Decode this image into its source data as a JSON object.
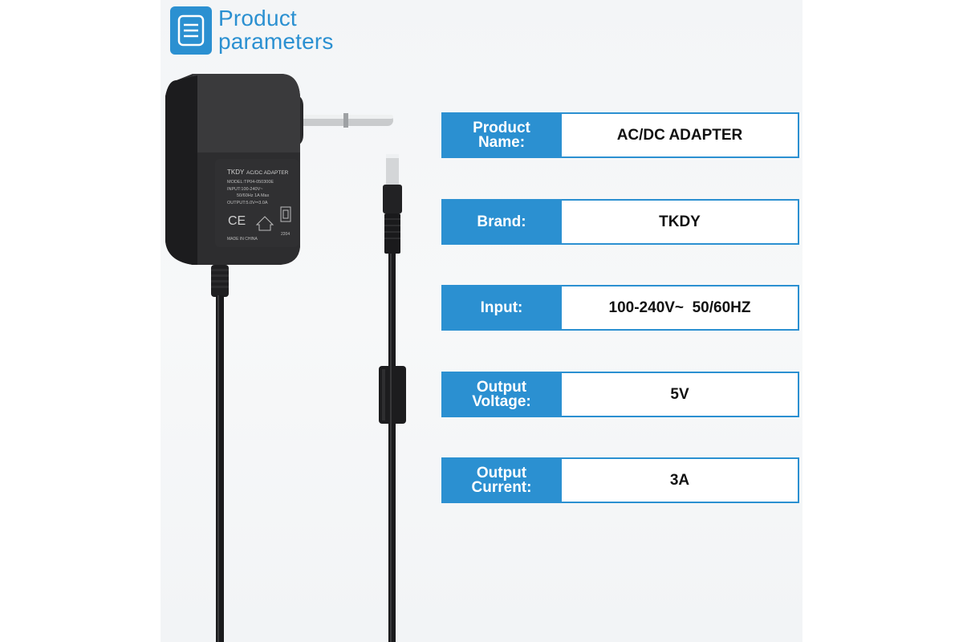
{
  "header": {
    "title_line1": "Product",
    "title_line2": "parameters",
    "icon": "document-list-icon",
    "accent_color": "#2b90d1"
  },
  "product_label": {
    "brand": "TKDY",
    "type": "AC/DC ADAPTER",
    "model": "MODEL:TP04-050300E",
    "input_line1": "INPUT:100-240V~",
    "input_line2": "50/60Hz  1A Max",
    "output": "OUTPUT:5.0V⎓3.0A",
    "made_in": "MADE IN CHINA",
    "ce_mark": "CE",
    "code": "2204"
  },
  "specs": [
    {
      "label": "Product Name:",
      "value": "AC/DC ADAPTER"
    },
    {
      "label": "Brand:",
      "value": "TKDY"
    },
    {
      "label": "Input:",
      "value": "100-240V~  50/60HZ"
    },
    {
      "label": "Output Voltage:",
      "value": "5V"
    },
    {
      "label": "Output Current:",
      "value": "3A"
    }
  ]
}
